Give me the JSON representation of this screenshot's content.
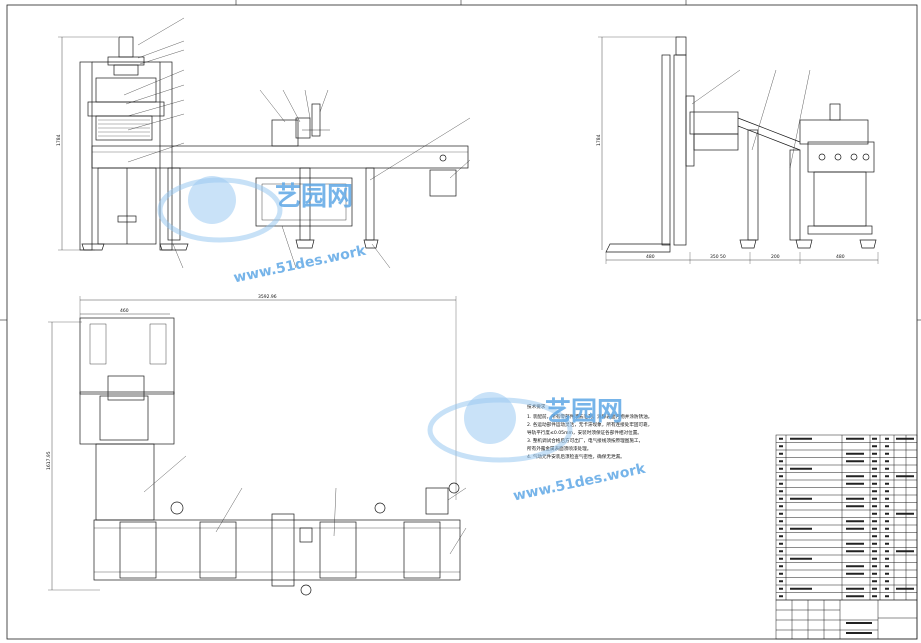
{
  "dimensions": {
    "front_height": "1784",
    "side_height": "1784",
    "side_bottom": [
      "480",
      "350 50",
      "200",
      "480"
    ],
    "top_width": "3592.96",
    "top_left_width": "460",
    "top_height": "1617.95"
  },
  "tech_notes": {
    "title": "技术要求",
    "lines": [
      "1. 装配前，所有零部件须去毛刺，清除表面污物并涂防锈油。",
      "2. 各运动部件运动灵活，无卡滞现象，所有连接处牢固可靠，",
      "   导轨平行度≤0.05mm，安装时须保证各部件相对位置。",
      "3. 整机调试合格后方可出厂，电气接线须按原理图施工，",
      "   所有外露金属表面须喷漆处理。",
      "4. 气动元件安装后须检查气密性，确保无泄漏。"
    ]
  },
  "watermark": {
    "brand": "艺园网",
    "url": "www.51des.work"
  },
  "bom_rows": 22,
  "colors": {
    "line": "#1a1a1a",
    "watermark": "#5fa8e6"
  }
}
